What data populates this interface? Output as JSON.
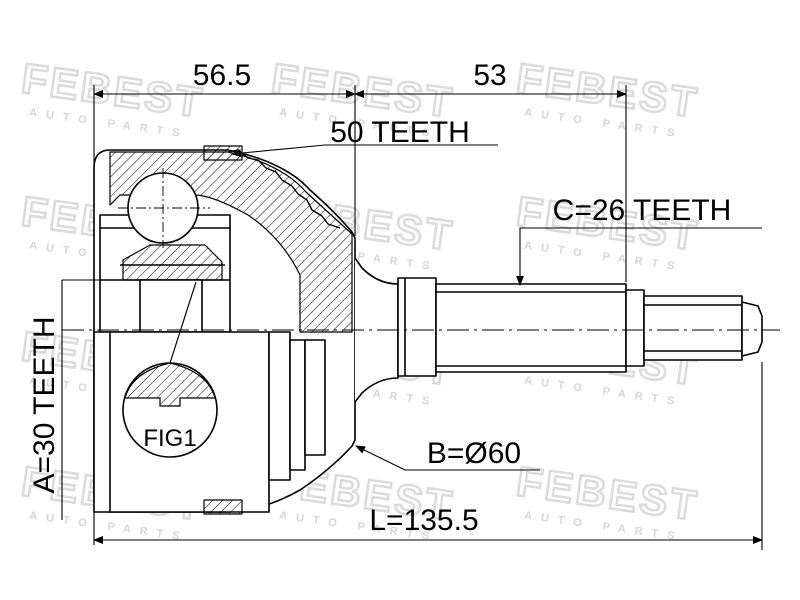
{
  "watermark": {
    "brand": "FEBEST",
    "tagline": "AUTO PARTS",
    "color": "#d4d4d4"
  },
  "dimensions": {
    "outer_section": "56.5",
    "shaft_section": "53",
    "total_length": "L=135.5"
  },
  "labels": {
    "bell_teeth": "50 TEETH",
    "shaft_teeth": "C=26 TEETH",
    "inner_teeth": "A=30 TEETH",
    "diameter": "B=Ø60",
    "detail": "FIG1"
  },
  "colors": {
    "line": "#000000",
    "background": "#ffffff"
  }
}
